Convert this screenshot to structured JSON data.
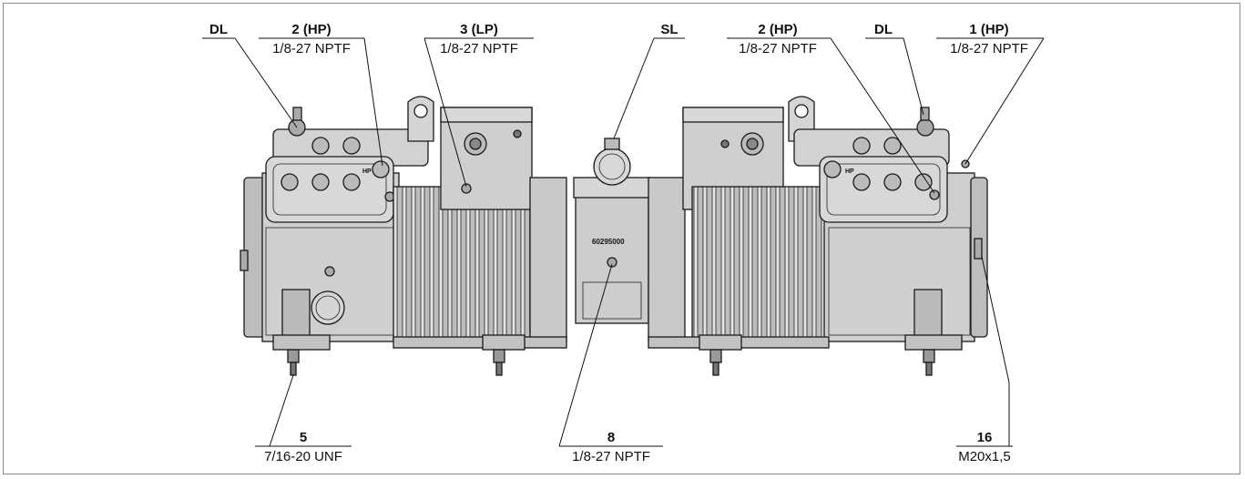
{
  "callouts": [
    {
      "id": "dl_left",
      "number": "DL",
      "spec": ""
    },
    {
      "id": "hp2_left",
      "number": "2 (HP)",
      "spec": "1/8-27 NPTF"
    },
    {
      "id": "lp3",
      "number": "3 (LP)",
      "spec": "1/8-27 NPTF"
    },
    {
      "id": "sl",
      "number": "SL",
      "spec": ""
    },
    {
      "id": "hp2_right",
      "number": "2 (HP)",
      "spec": "1/8-27 NPTF"
    },
    {
      "id": "dl_right",
      "number": "DL",
      "spec": ""
    },
    {
      "id": "hp1",
      "number": "1 (HP)",
      "spec": "1/8-27 NPTF"
    },
    {
      "id": "c5",
      "number": "5",
      "spec": "7/16-20 UNF"
    },
    {
      "id": "c8",
      "number": "8",
      "spec": "1/8-27 NPTF"
    },
    {
      "id": "c16",
      "number": "16",
      "spec": "M20x1,5"
    }
  ],
  "markings": {
    "hp_tag": "HP",
    "serial": "60295000"
  },
  "colors": {
    "body": "#c9c9c9",
    "body_light": "#dcdcdc",
    "body_dark": "#9a9a9a",
    "frame": "#8a8a8a"
  }
}
